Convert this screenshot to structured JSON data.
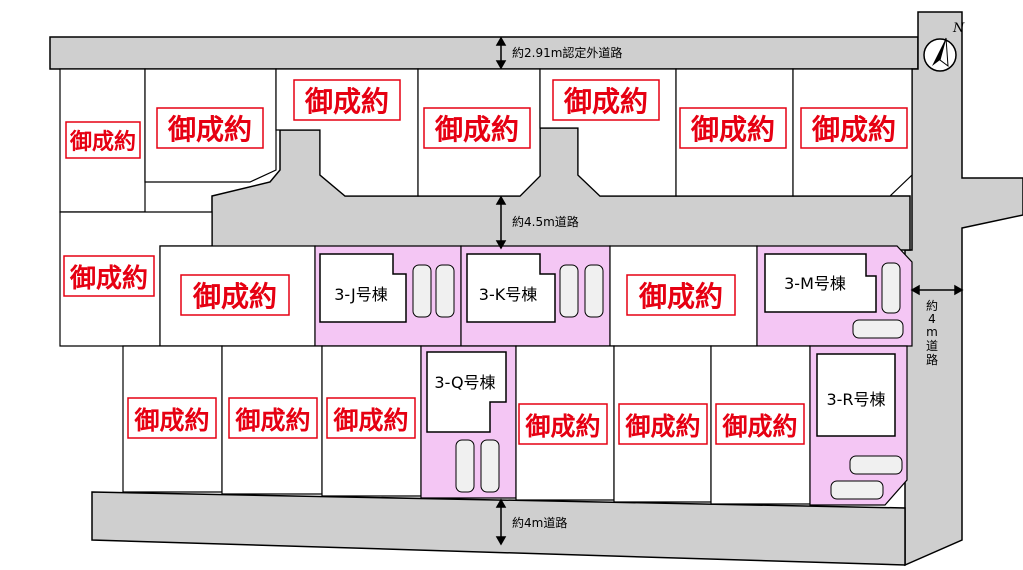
{
  "sold_label": "御成約",
  "roads": {
    "top": "約2.91m認定外道路",
    "middle": "約4.5m道路",
    "bottom": "約4m道路",
    "right": [
      "約",
      "4",
      "m",
      "道",
      "路"
    ]
  },
  "buildings": {
    "j": "3-J号棟",
    "k": "3-K号棟",
    "m": "3-M号棟",
    "q": "3-Q号棟",
    "r": "3-R号棟"
  },
  "north": "N",
  "colors": {
    "road": "#cfcfcf",
    "available_lot": "#f4c6f4",
    "sold_text": "#e60012",
    "line": "#000000"
  }
}
